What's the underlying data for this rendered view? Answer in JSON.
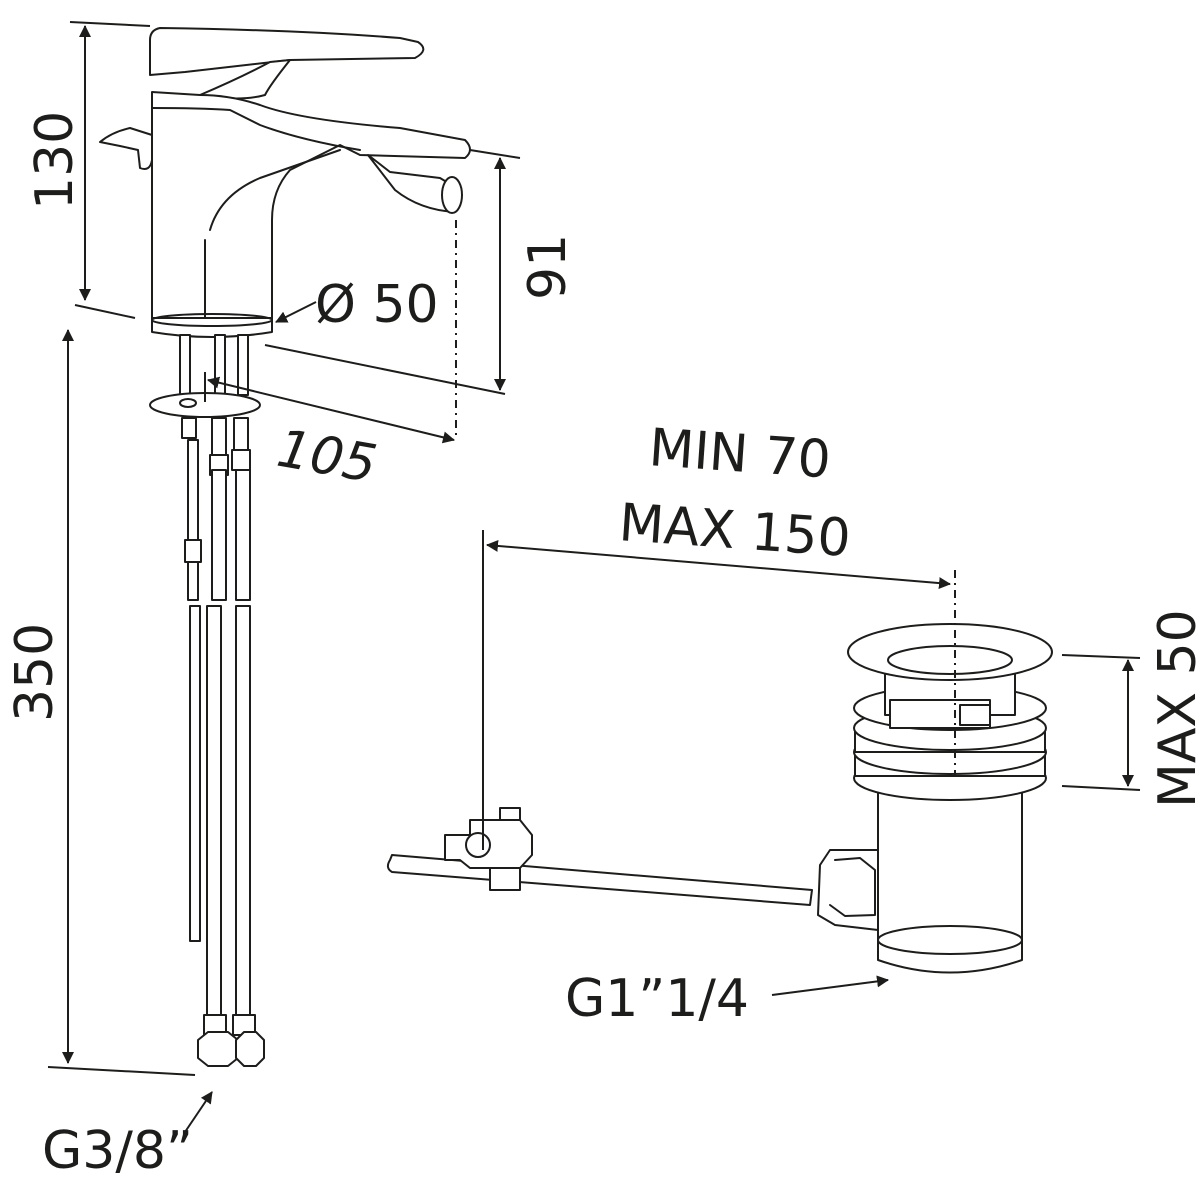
{
  "dimensions": {
    "faucet_height": "130",
    "spout_height": "91",
    "base_diameter": "Ø 50",
    "spout_reach": "105",
    "hose_length": "350",
    "hose_connection": "G3/8”",
    "waste_min": "MIN 70",
    "waste_max": "MAX 150",
    "waste_height": "MAX 50",
    "waste_thread": "G1”1/4"
  }
}
